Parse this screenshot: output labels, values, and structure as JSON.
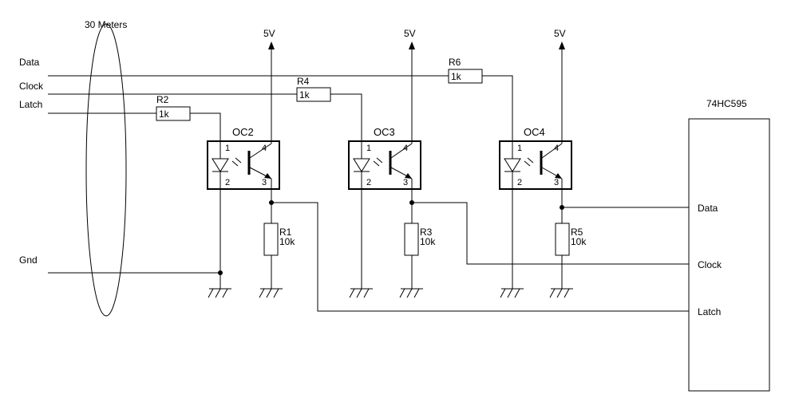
{
  "cable": {
    "label": "30 Meters"
  },
  "inputs": {
    "data": "Data",
    "clock": "Clock",
    "latch": "Latch",
    "gnd": "Gnd"
  },
  "supply": {
    "label": "5V"
  },
  "resistors": {
    "r2": {
      "name": "R2",
      "value": "1k"
    },
    "r4": {
      "name": "R4",
      "value": "1k"
    },
    "r6": {
      "name": "R6",
      "value": "1k"
    },
    "r1": {
      "name": "R1",
      "value": "10k"
    },
    "r3": {
      "name": "R3",
      "value": "10k"
    },
    "r5": {
      "name": "R5",
      "value": "10k"
    }
  },
  "optocouplers": {
    "oc2": {
      "name": "OC2"
    },
    "oc3": {
      "name": "OC3"
    },
    "oc4": {
      "name": "OC4"
    },
    "pins": {
      "p1": "1",
      "p2": "2",
      "p3": "3",
      "p4": "4"
    }
  },
  "ic": {
    "name": "74HC595",
    "data": "Data",
    "clock": "Clock",
    "latch": "Latch"
  }
}
